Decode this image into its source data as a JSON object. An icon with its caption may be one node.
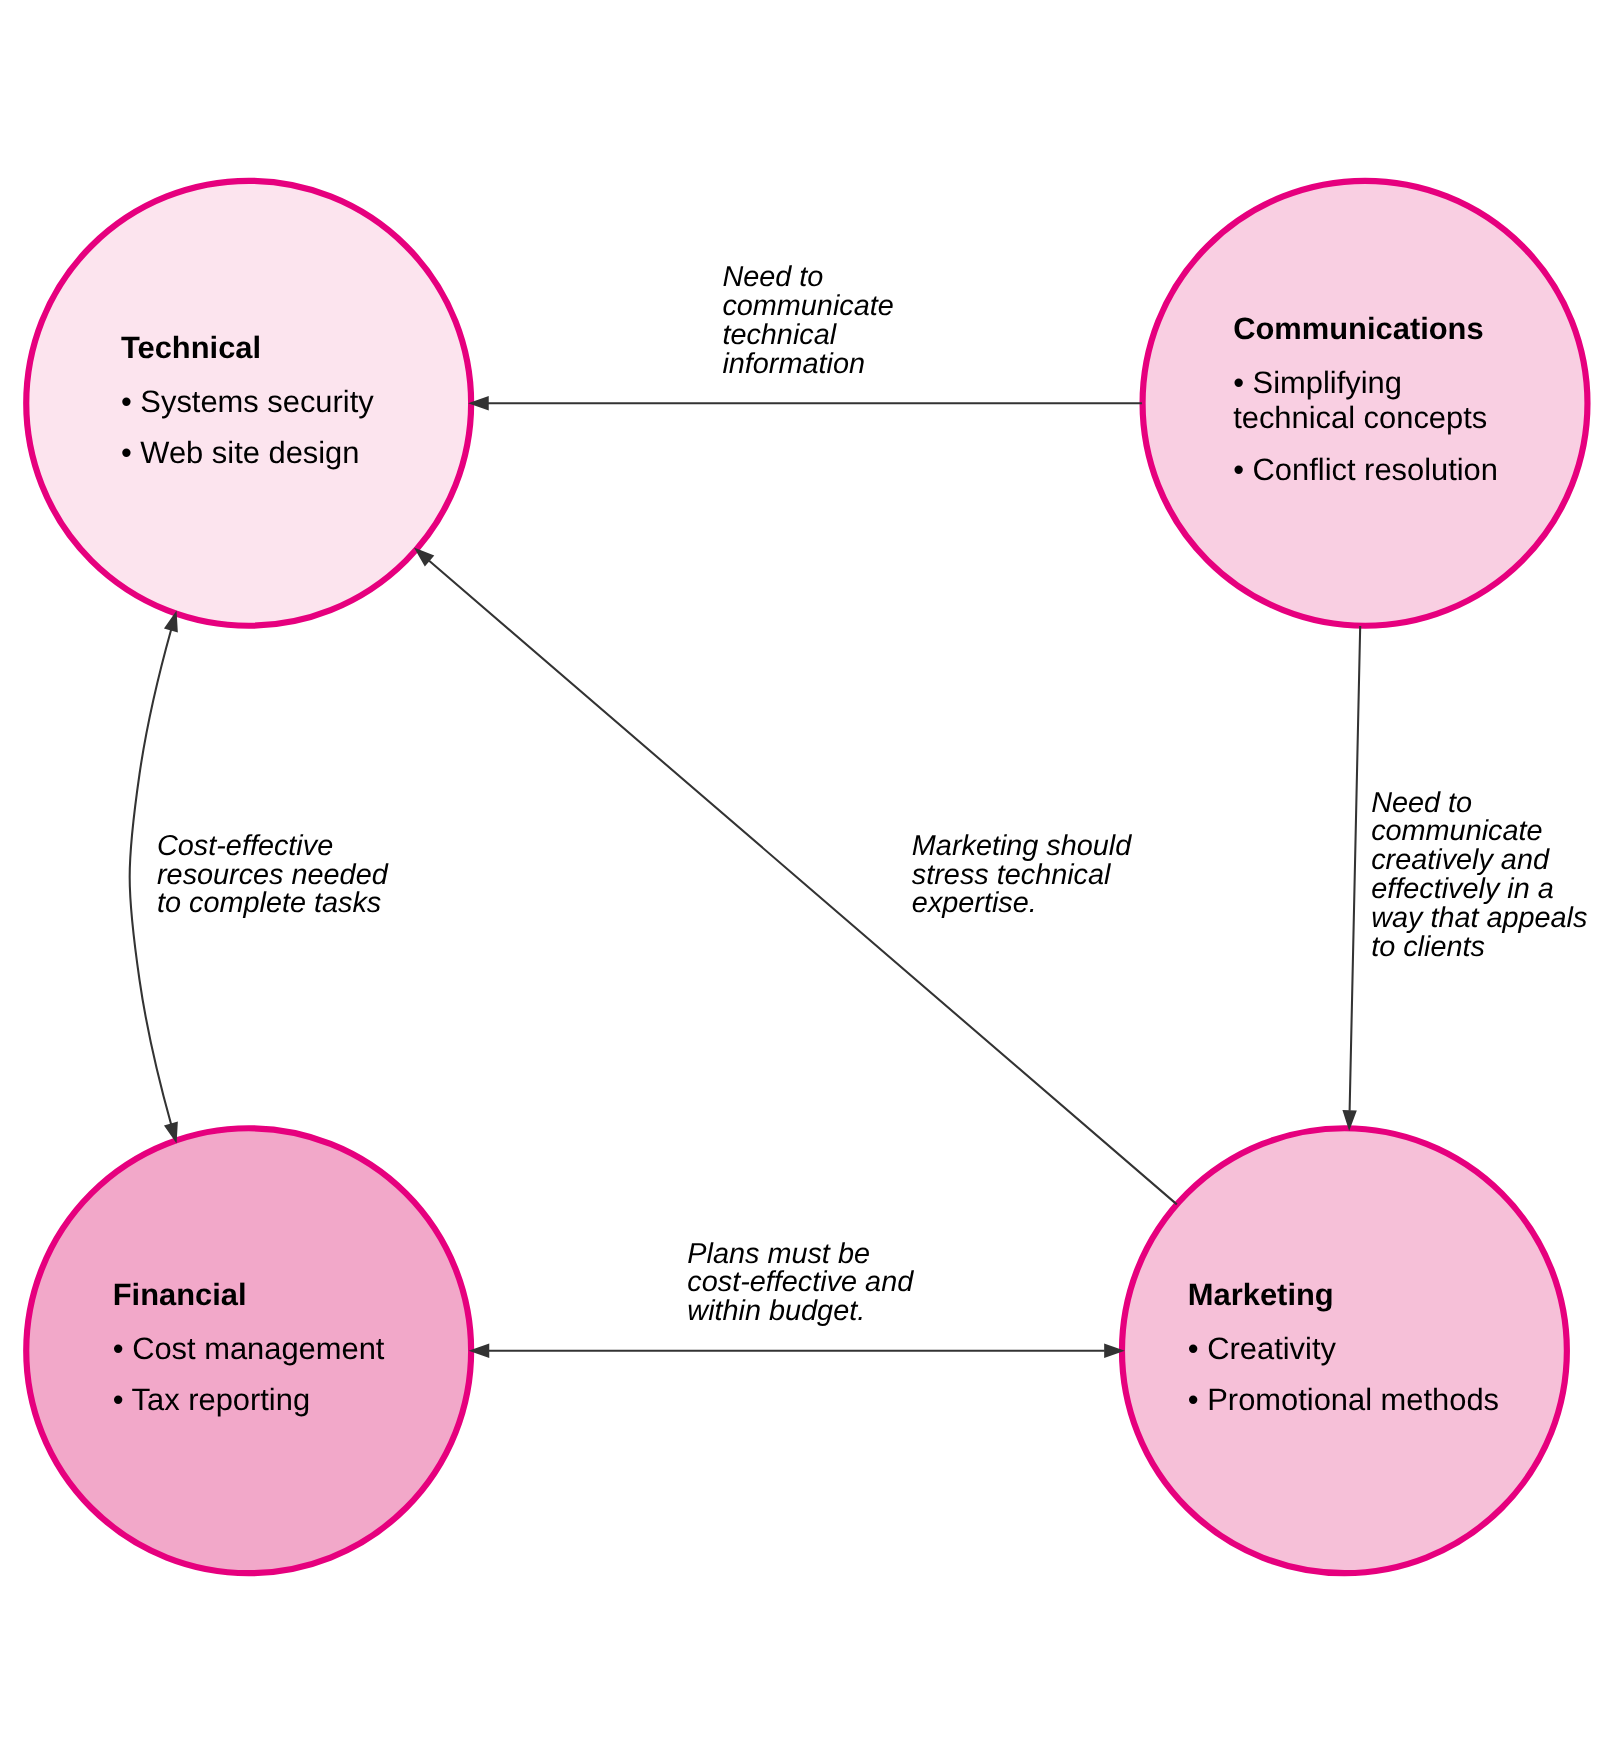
{
  "diagram": {
    "nodes": [
      {
        "text": [
          "Technical",
          "• Systems security",
          "• Web site design"
        ]
      },
      {
        "text": [
          "Communications",
          "• Simplifying technical concepts",
          "• Conflict resolution"
        ]
      },
      {
        "text": [
          "Financial",
          "• Cost management",
          "• Tax reporting"
        ]
      },
      {
        "text": [
          "Marketing",
          "• Creativity",
          "• Promotional methods"
        ]
      }
    ],
    "edges": [
      {
        "from": 1,
        "to": 0,
        "arrow": "to",
        "label": "Need to communicate technical information"
      },
      {
        "from": 0,
        "to": 2,
        "arrow": "both",
        "label": "Cost-effective resources needed to complete tasks"
      },
      {
        "from": 1,
        "to": 3,
        "arrow": "to",
        "label": "Need to communicate creatively and effectively in a way that appeals to clients"
      },
      {
        "from": 3,
        "to": 0,
        "arrow": "to",
        "label": "Marketing should stress technical expertise."
      },
      {
        "from": 2,
        "to": 3,
        "arrow": "both",
        "label": "Plans must be cost-effective and within budget."
      }
    ]
  }
}
